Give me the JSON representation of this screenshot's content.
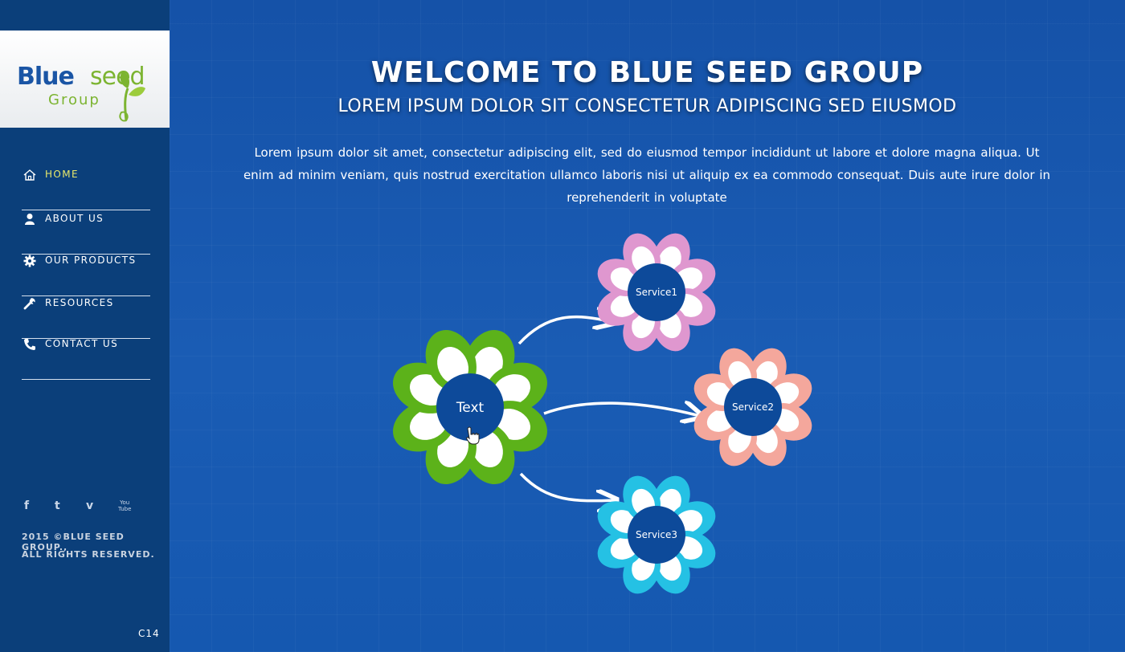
{
  "brand": {
    "logo_blue": "Blue",
    "logo_green": "seed",
    "logo_sub": "Group"
  },
  "nav": {
    "items": [
      {
        "label": "HOME",
        "icon": "home-icon"
      },
      {
        "label": "ABOUT US",
        "icon": "user-icon"
      },
      {
        "label": "OUR PRODUCTS",
        "icon": "gear-icon"
      },
      {
        "label": "RESOURCES",
        "icon": "wrench-icon"
      },
      {
        "label": "CONTACT US",
        "icon": "phone-icon"
      }
    ]
  },
  "social": {
    "facebook": "f",
    "twitter": "t",
    "vimeo": "v",
    "youtube_top": "You",
    "youtube_bottom": "Tube"
  },
  "footer": {
    "line1": "2015 ©BLUE SEED GROUP.,",
    "line2": "ALL RIGHTS RESERVED."
  },
  "page_code": "C14",
  "hero": {
    "title": "WELCOME TO BLUE SEED GROUP",
    "subtitle": "LOREM IPSUM DOLOR SIT CONSECTETUR ADIPISCING SED EIUSMOD",
    "intro": "Lorem ipsum dolor sit amet, consectetur adipiscing elit, sed do eiusmod tempor incididunt ut labore et dolore magna aliqua. Ut enim ad minim veniam, quis nostrud exercitation ullamco laboris nisi ut aliquip ex ea commodo consequat. Duis aute irure dolor in reprehenderit in voluptate"
  },
  "diagram": {
    "center": {
      "label": "Text",
      "petal_color": "#5cb21a"
    },
    "services": [
      {
        "label": "Service1",
        "petal_color": "#df97cf"
      },
      {
        "label": "Service2",
        "petal_color": "#f4a79c"
      },
      {
        "label": "Service3",
        "petal_color": "#25c1e4"
      }
    ],
    "center_disc_color": "#0d4a9a"
  },
  "colors": {
    "sidebar_bg": "#0b3f7a",
    "main_bg": "#1552a8",
    "active_nav": "#e8e86a"
  }
}
